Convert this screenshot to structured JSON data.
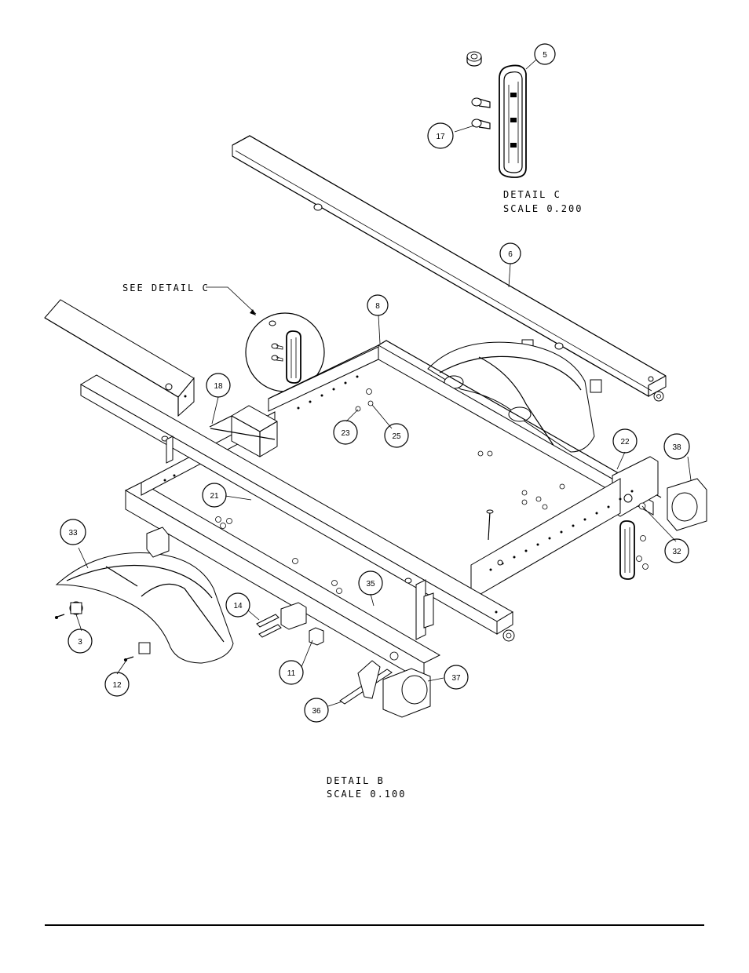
{
  "drawing": {
    "detail_c_note": {
      "line1": "DETAIL  C",
      "line2": "SCALE  0.200"
    },
    "detail_b_note": {
      "line1": "DETAIL  B",
      "line2": "SCALE  0.100"
    },
    "see_detail_note": "SEE DETAIL  C"
  },
  "callouts": [
    {
      "id": "5",
      "label": "5"
    },
    {
      "id": "17",
      "label": "17"
    },
    {
      "id": "6",
      "label": "6"
    },
    {
      "id": "8",
      "label": "8"
    },
    {
      "id": "18",
      "label": "18"
    },
    {
      "id": "23",
      "label": "23"
    },
    {
      "id": "25",
      "label": "25"
    },
    {
      "id": "22",
      "label": "22"
    },
    {
      "id": "38",
      "label": "38"
    },
    {
      "id": "21",
      "label": "21"
    },
    {
      "id": "33",
      "label": "33"
    },
    {
      "id": "32",
      "label": "32"
    },
    {
      "id": "35",
      "label": "35"
    },
    {
      "id": "14",
      "label": "14"
    },
    {
      "id": "3",
      "label": "3"
    },
    {
      "id": "11",
      "label": "11"
    },
    {
      "id": "12",
      "label": "12"
    },
    {
      "id": "37",
      "label": "37"
    },
    {
      "id": "36",
      "label": "36"
    }
  ]
}
